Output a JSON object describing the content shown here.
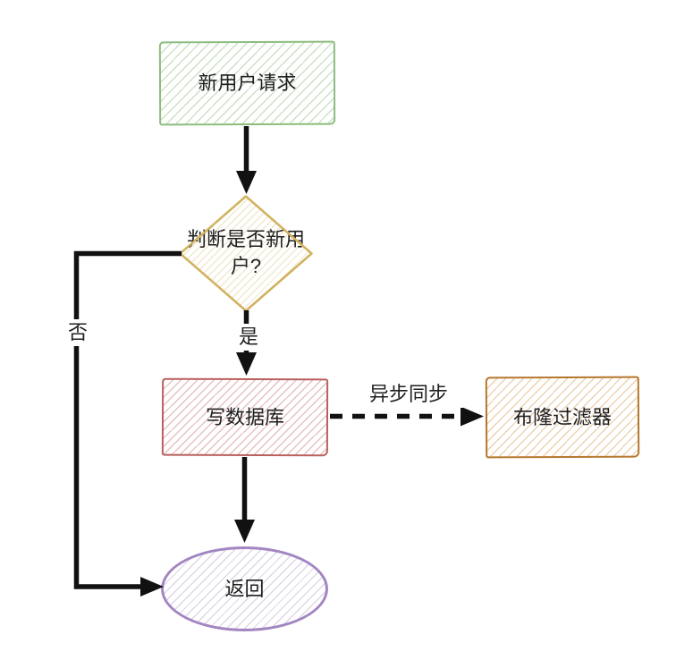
{
  "diagram": {
    "nodes": {
      "start": {
        "label": "新用户请求",
        "shape": "rectangle",
        "border_color": "#8cbd7e"
      },
      "decision": {
        "label": "判断是否新用户?",
        "shape": "diamond",
        "border_color": "#d2b25f"
      },
      "write_db": {
        "label": "写数据库",
        "shape": "rectangle",
        "border_color": "#b9605e"
      },
      "bloom_filter": {
        "label": "布隆过滤器",
        "shape": "rectangle",
        "border_color": "#b5772e"
      },
      "return": {
        "label": "返回",
        "shape": "ellipse",
        "border_color": "#a286c2"
      }
    },
    "edge_labels": {
      "yes": "是",
      "no": "否",
      "async": "异步同步"
    },
    "arrow_color": "#111111",
    "background_color": "#ffffff"
  }
}
